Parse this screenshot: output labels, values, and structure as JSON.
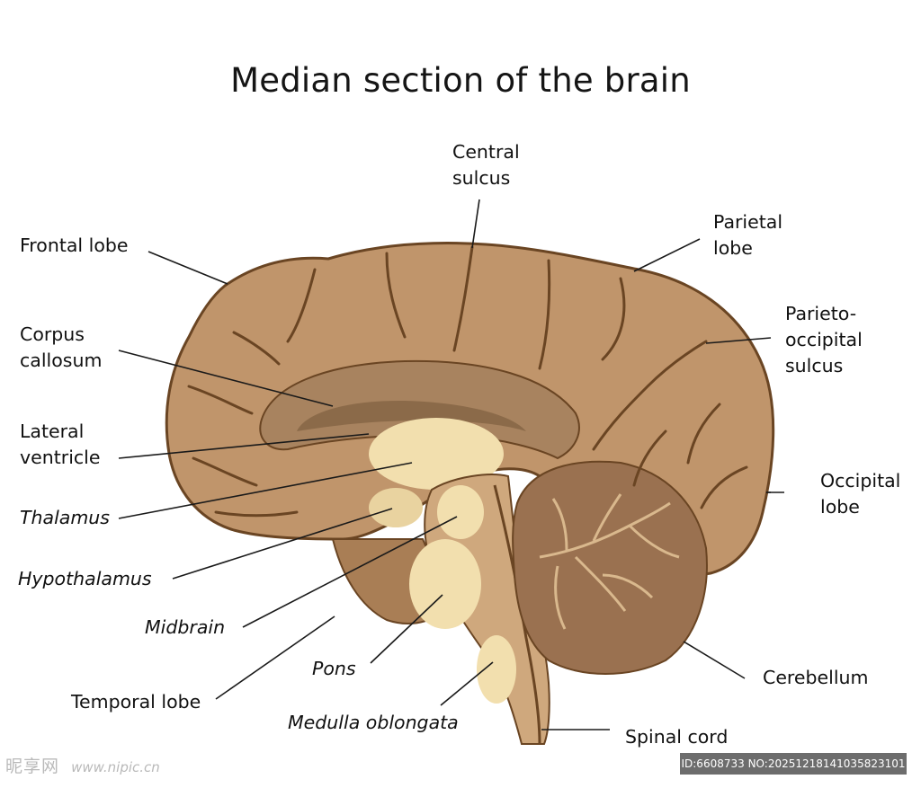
{
  "title": "Median section of the brain",
  "labels": {
    "central_sulcus": "Central\nsulcus",
    "parietal_lobe": "Parietal\nlobe",
    "frontal_lobe": "Frontal lobe",
    "parieto_occipital_sulcus": "Parieto-\noccipital\nsulcus",
    "corpus_callosum": "Corpus\ncallosum",
    "lateral_ventricle": "Lateral\nventricle",
    "occipital_lobe": "Occipital\nlobe",
    "thalamus": "Thalamus",
    "hypothalamus": "Hypothalamus",
    "midbrain": "Midbrain",
    "pons": "Pons",
    "cerebellum": "Cerebellum",
    "temporal_lobe": "Temporal lobe",
    "medulla_oblongata": "Medulla oblongata",
    "spinal_cord": "Spinal cord"
  },
  "watermark": {
    "site_name": "昵享网",
    "site_url": "www.nipic.cn",
    "image_id": "ID:6608733 NO:20251218141035823101"
  },
  "colors": {
    "cortex": "#c0956b",
    "cortex_dark": "#a97e55",
    "sulcus_line": "#6a4523",
    "callosum": "#a8835f",
    "ventricle": "#8b6a49",
    "thalamus": "#f2dfae",
    "brainstem": "#cfa87d",
    "cerebellum": "#9a7150",
    "leader_line": "#1a1a1a"
  }
}
